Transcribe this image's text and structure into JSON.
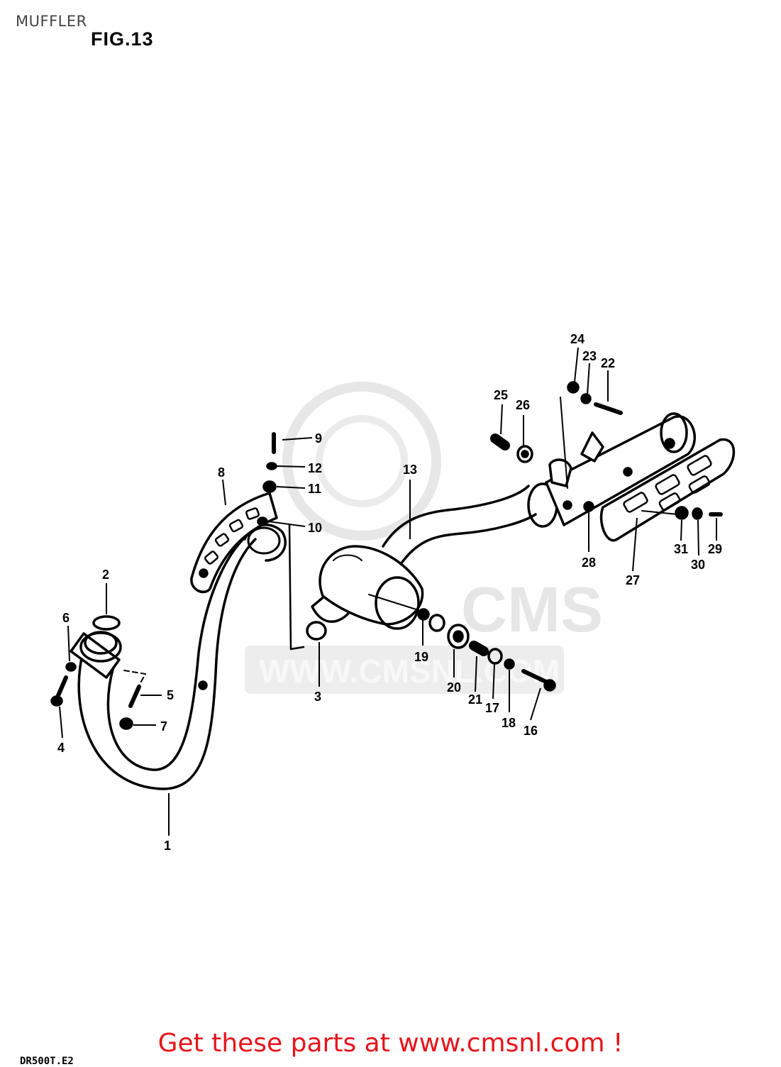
{
  "header": {
    "title": "MUFFLER",
    "figure": "FIG.13"
  },
  "watermark": {
    "brand": "CMS",
    "url": "WWW.CMSNL.COM"
  },
  "footer": {
    "cta": "Get these parts at www.cmsnl.com !",
    "ref_code": "DR500T.E2"
  },
  "parts": [
    {
      "id": "p1",
      "label": "1"
    },
    {
      "id": "p2",
      "label": "2"
    },
    {
      "id": "p3",
      "label": "3"
    },
    {
      "id": "p4",
      "label": "4"
    },
    {
      "id": "p5",
      "label": "5"
    },
    {
      "id": "p6",
      "label": "6"
    },
    {
      "id": "p7",
      "label": "7"
    },
    {
      "id": "p8",
      "label": "8"
    },
    {
      "id": "p9",
      "label": "9"
    },
    {
      "id": "p10",
      "label": "10"
    },
    {
      "id": "p11",
      "label": "11"
    },
    {
      "id": "p12",
      "label": "12"
    },
    {
      "id": "p13",
      "label": "13"
    },
    {
      "id": "p16",
      "label": "16"
    },
    {
      "id": "p17",
      "label": "17"
    },
    {
      "id": "p18",
      "label": "18"
    },
    {
      "id": "p19",
      "label": "19"
    },
    {
      "id": "p20",
      "label": "20"
    },
    {
      "id": "p21",
      "label": "21"
    },
    {
      "id": "p22",
      "label": "22"
    },
    {
      "id": "p23",
      "label": "23"
    },
    {
      "id": "p24",
      "label": "24"
    },
    {
      "id": "p25",
      "label": "25"
    },
    {
      "id": "p26",
      "label": "26"
    },
    {
      "id": "p27",
      "label": "27"
    },
    {
      "id": "p28",
      "label": "28"
    },
    {
      "id": "p29",
      "label": "29"
    },
    {
      "id": "p30",
      "label": "30"
    },
    {
      "id": "p31",
      "label": "31"
    }
  ]
}
